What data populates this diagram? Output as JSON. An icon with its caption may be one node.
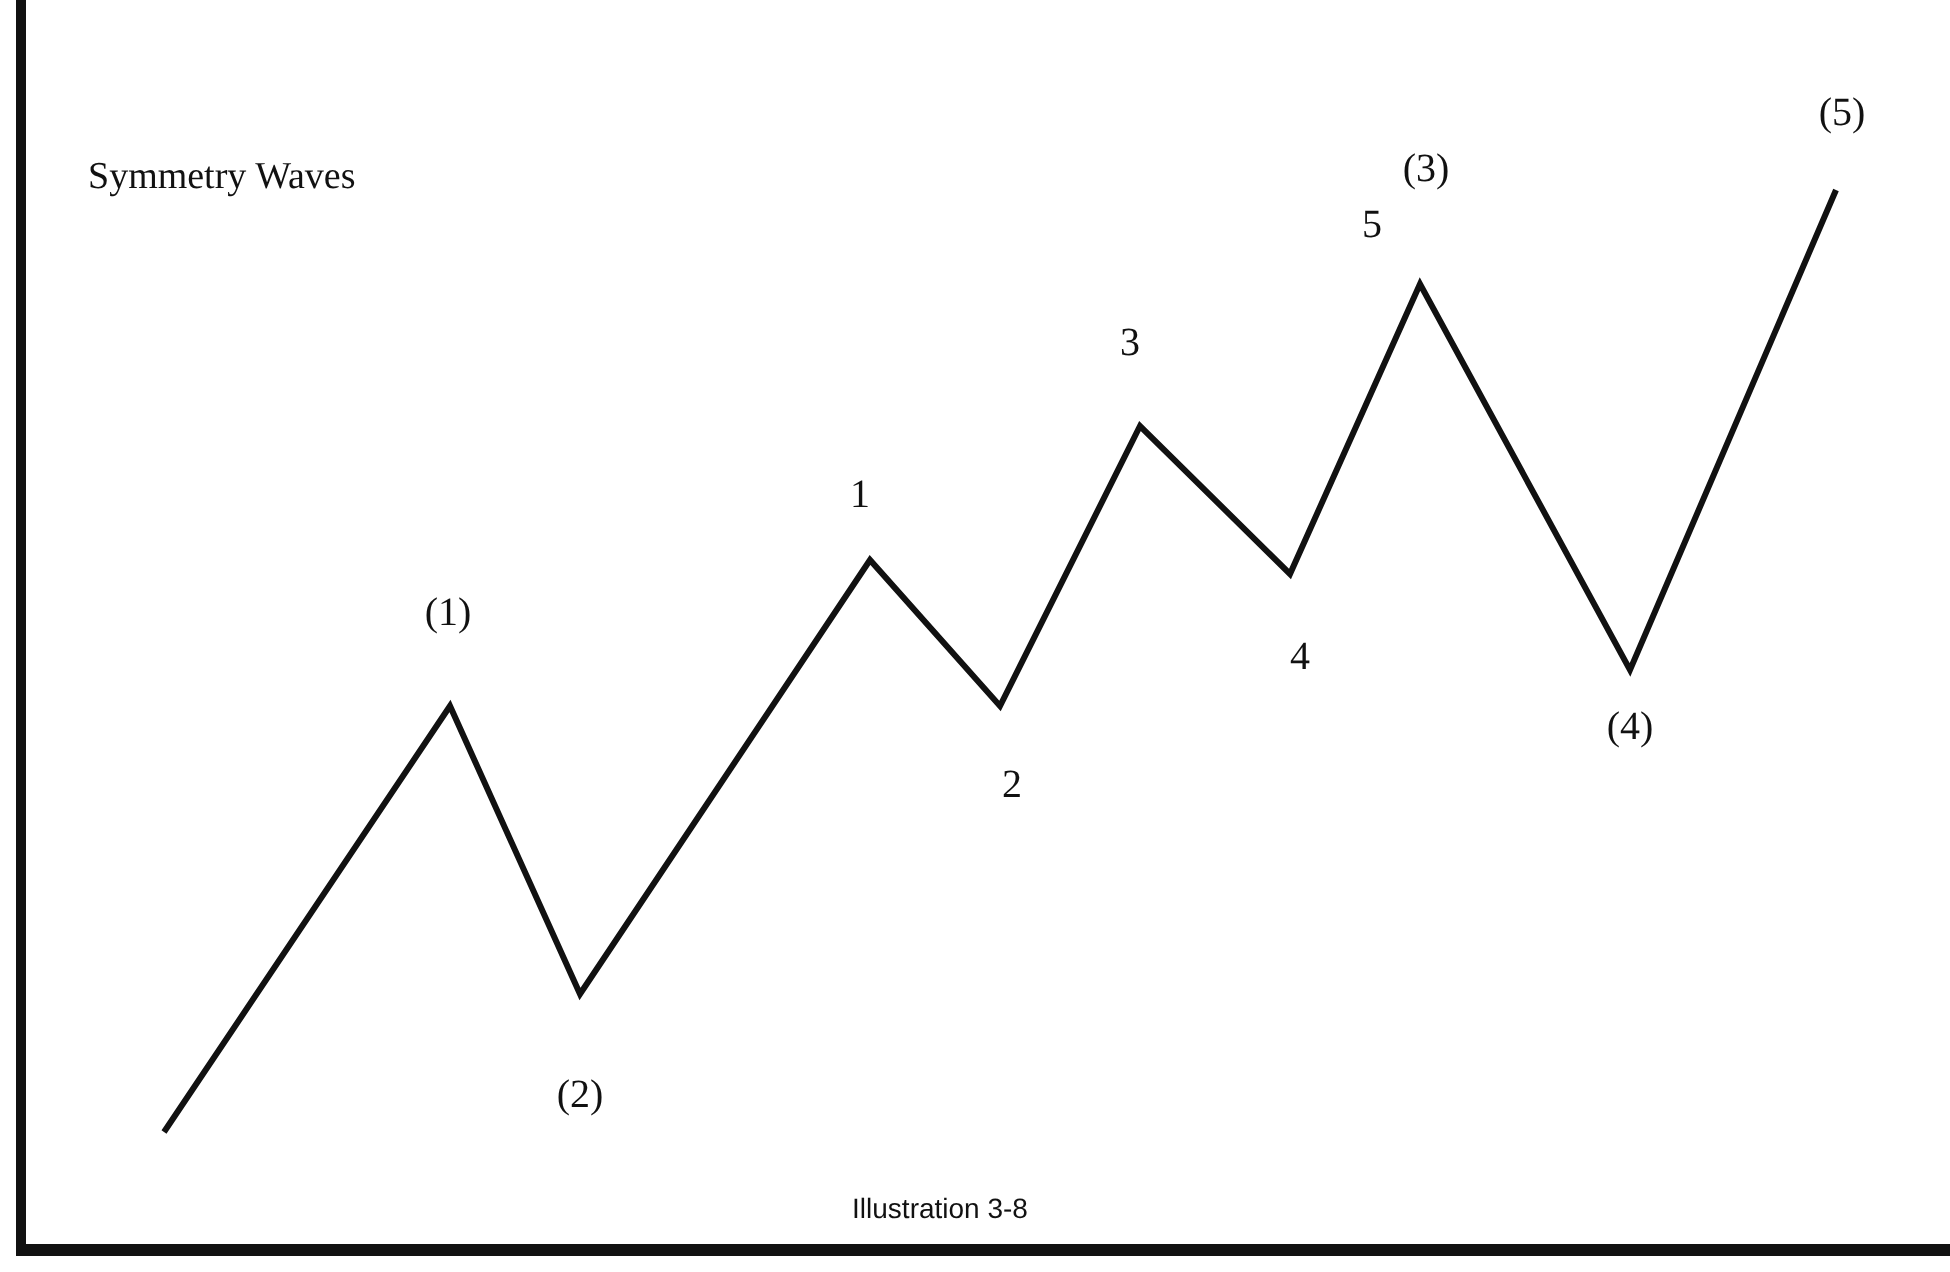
{
  "diagram": {
    "title": "Symmetry Waves",
    "caption": "Illustration 3-8",
    "labels": [
      "(1)",
      "(2)",
      "1",
      "2",
      "3",
      "4",
      "5",
      "(3)",
      "(4)",
      "(5)"
    ]
  }
}
